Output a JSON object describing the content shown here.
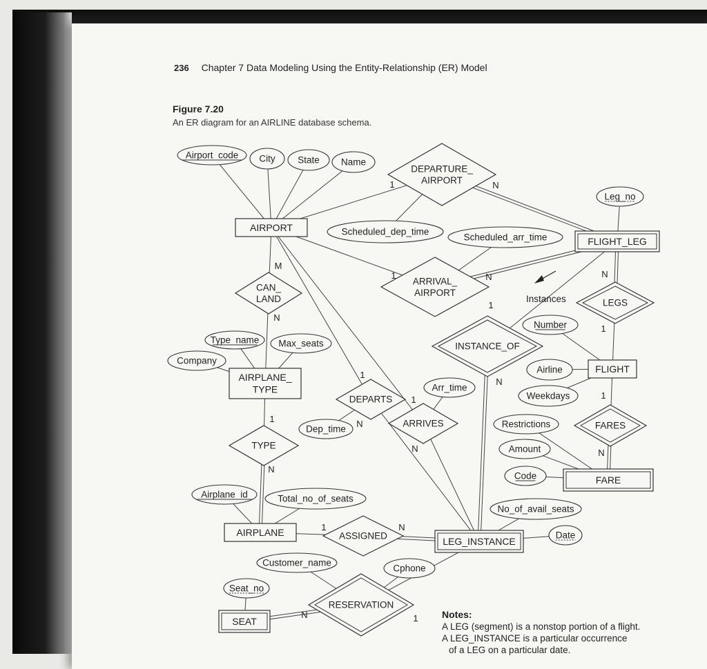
{
  "page": {
    "page_number": "236",
    "chapter_title": "Chapter 7  Data Modeling Using the Entity-Relationship (ER) Model",
    "figure_label": "Figure 7.20",
    "figure_caption": "An ER diagram for an AIRLINE database schema."
  },
  "diagram": {
    "entities": {
      "airport": "AIRPORT",
      "flight_leg": "FLIGHT_LEG",
      "airplane_type": [
        "AIRPLANE_",
        "TYPE"
      ],
      "flight": "FLIGHT",
      "fare": "FARE",
      "airplane": "AIRPLANE",
      "leg_instance": "LEG_INSTANCE",
      "seat": "SEAT"
    },
    "relationships": {
      "departure_airport": [
        "DEPARTURE_",
        "AIRPORT"
      ],
      "arrival_airport": [
        "ARRIVAL_",
        "AIRPORT"
      ],
      "can_land": [
        "CAN_",
        "LAND"
      ],
      "legs": "LEGS",
      "instance_of": "INSTANCE_OF",
      "departs": "DEPARTS",
      "arrives": "ARRIVES",
      "fares": "FARES",
      "type": "TYPE",
      "assigned": "ASSIGNED",
      "reservation": "RESERVATION"
    },
    "attributes": {
      "airport_code": "Airport_code",
      "city": "City",
      "state": "State",
      "name": "Name",
      "leg_no": "Leg_no",
      "scheduled_dep_time": "Scheduled_dep_time",
      "scheduled_arr_time": "Scheduled_arr_time",
      "number": "Number",
      "airline": "Airline",
      "weekdays": "Weekdays",
      "type_name": "Type_name",
      "max_seats": "Max_seats",
      "company": "Company",
      "arr_time": "Arr_time",
      "dep_time": "Dep_time",
      "restrictions": "Restrictions",
      "amount": "Amount",
      "code": "Code",
      "airplane_id": "Airplane_id",
      "total_no_of_seats": "Total_no_of_seats",
      "no_of_avail_seats": "No_of_avail_seats",
      "date": "Date",
      "customer_name": "Customer_name",
      "cphone": "Cphone",
      "seat_no": "Seat_no"
    },
    "cardinalities": {
      "dep_airport_1": "1",
      "dep_leg_n": "N",
      "arr_airport_1": "1",
      "arr_leg_n": "N",
      "can_land_m": "M",
      "can_land_n": "N",
      "legs_n": "N",
      "legs_1": "1",
      "instance_of_1": "1",
      "instance_of_n": "N",
      "departs_1": "1",
      "departs_n": "N",
      "arrives_1": "1",
      "arrives_n": "N",
      "fares_1": "1",
      "fares_n": "N",
      "type_1": "1",
      "type_n": "N",
      "assigned_1": "1",
      "assigned_n": "N",
      "reservation_n": "N",
      "reservation_1": "1"
    },
    "annotations": {
      "instances": "Instances"
    }
  },
  "notes": {
    "title": "Notes:",
    "line1": "A LEG (segment) is a nonstop portion of a flight.",
    "line2": "A LEG_INSTANCE is a particular occurrence",
    "line3": "of a LEG on a particular date."
  }
}
